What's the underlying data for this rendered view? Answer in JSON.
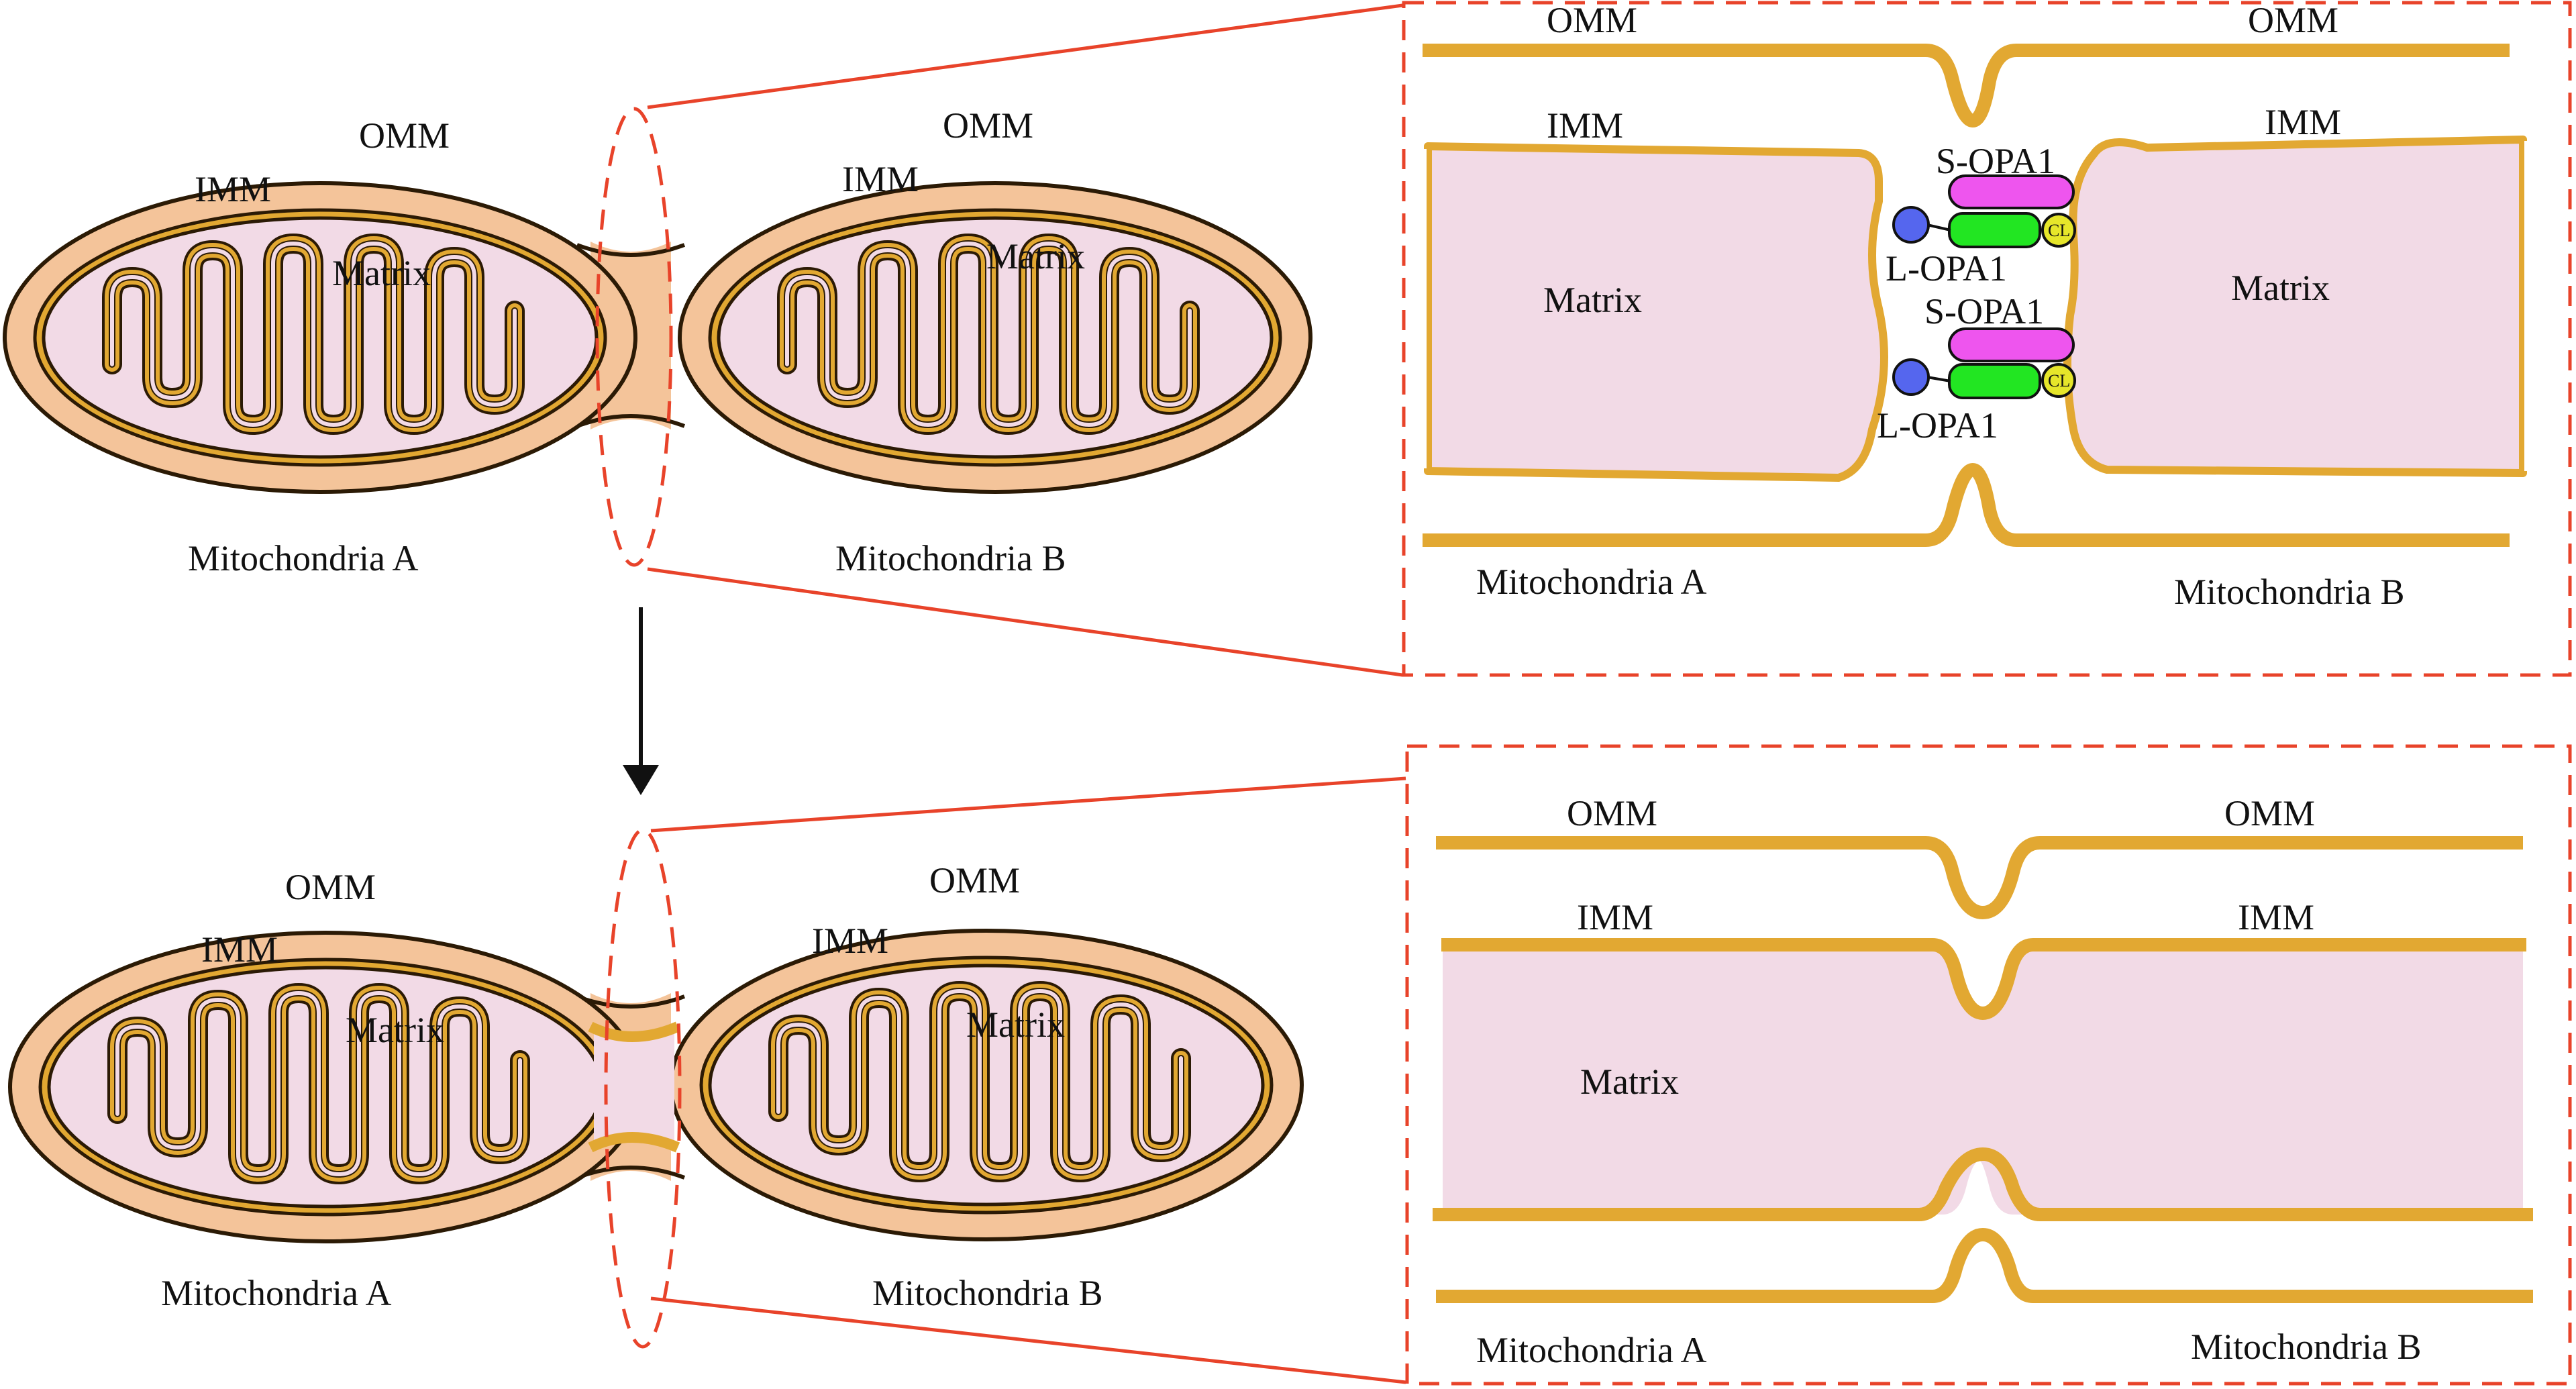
{
  "colors": {
    "cytosol": "#F4C49A",
    "membrane": "#E2A832",
    "membrane_outline": "#2B1A05",
    "matrix": "#F2DAE6",
    "dash_red": "#E8432A",
    "arrow": "#111111",
    "s_opa1": "#EE55EE",
    "l_opa1": "#22E622",
    "cl": "#E6E62A",
    "anchor": "#5566EE"
  },
  "labels": {
    "omm": "OMM",
    "imm": "IMM",
    "matrix": "Matrix",
    "mito_a": "Mitochondria A",
    "mito_b": "Mitochondria B",
    "s_opa1": "S-OPA1",
    "l_opa1": "L-OPA1",
    "cl": "CL"
  },
  "icons": [
    "mitochondrion-icon",
    "down-arrow-icon"
  ]
}
